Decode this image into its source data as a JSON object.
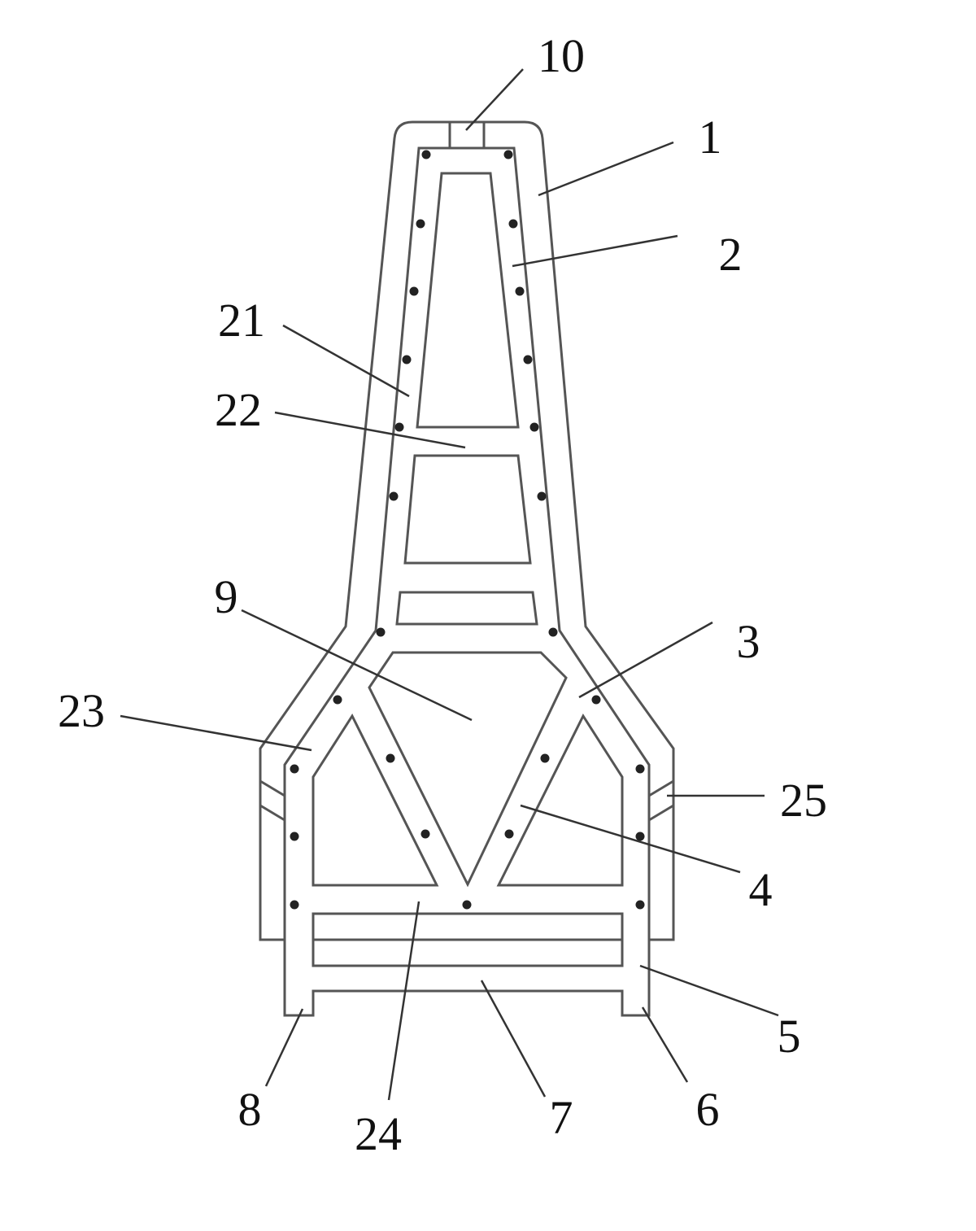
{
  "figure": {
    "labels": {
      "l10": "10",
      "l1": "1",
      "l2": "2",
      "l21": "21",
      "l22": "22",
      "l9": "9",
      "l3": "3",
      "l23": "23",
      "l25": "25",
      "l4": "4",
      "l5": "5",
      "l8": "8",
      "l24": "24",
      "l7": "7",
      "l6": "6"
    },
    "line_color": "#555555"
  }
}
